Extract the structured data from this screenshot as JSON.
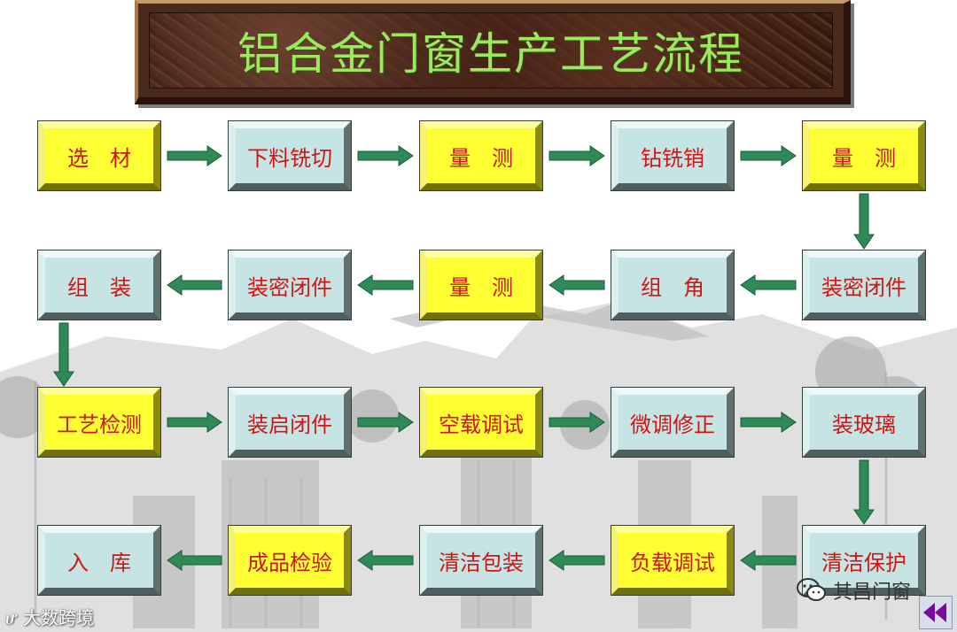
{
  "title": "铝合金门窗生产工艺流程",
  "colors": {
    "yellow_box": "#ffff33",
    "blue_box": "#c6e4e4",
    "label_red": "#d11414",
    "arrow_green": "#2e8b57",
    "title_green": "#9ee860"
  },
  "rows": [
    {
      "direction": "right",
      "steps": [
        {
          "label": "选　材",
          "color": "yellow"
        },
        {
          "label": "下料铣切",
          "color": "blue"
        },
        {
          "label": "量　测",
          "color": "yellow"
        },
        {
          "label": "钻铣销",
          "color": "blue"
        },
        {
          "label": "量　测",
          "color": "yellow"
        }
      ]
    },
    {
      "direction": "left",
      "steps": [
        {
          "label": "组　装",
          "color": "blue"
        },
        {
          "label": "装密闭件",
          "color": "blue"
        },
        {
          "label": "量　测",
          "color": "yellow"
        },
        {
          "label": "组　角",
          "color": "blue"
        },
        {
          "label": "装密闭件",
          "color": "blue"
        }
      ]
    },
    {
      "direction": "right",
      "steps": [
        {
          "label": "工艺检测",
          "color": "yellow"
        },
        {
          "label": "装启闭件",
          "color": "blue"
        },
        {
          "label": "空载调试",
          "color": "yellow"
        },
        {
          "label": "微调修正",
          "color": "blue"
        },
        {
          "label": "装玻璃",
          "color": "blue"
        }
      ]
    },
    {
      "direction": "left",
      "steps": [
        {
          "label": "入　库",
          "color": "blue"
        },
        {
          "label": "成品检验",
          "color": "yellow"
        },
        {
          "label": "清洁包装",
          "color": "blue"
        },
        {
          "label": "负载调试",
          "color": "yellow"
        },
        {
          "label": "清洁保护",
          "color": "blue"
        }
      ]
    }
  ],
  "watermark_left": "大数跨境",
  "watermark_right": "其昌门窗",
  "icons": {
    "back": "double-left-arrow-icon",
    "wechat": "wechat-icon"
  }
}
